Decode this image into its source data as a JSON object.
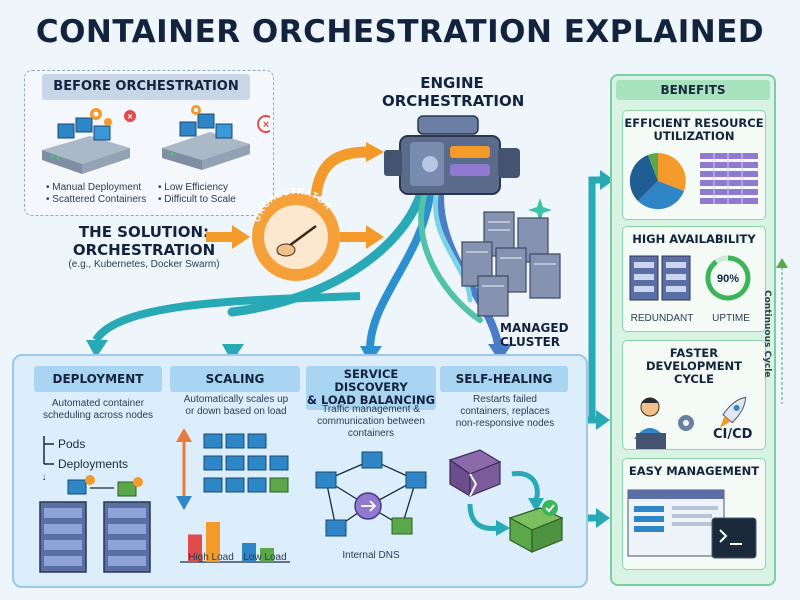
{
  "title": "CONTAINER ORCHESTRATION EXPLAINED",
  "before": {
    "heading": "BEFORE ORCHESTRATION",
    "bullets_left": [
      "• Manual Deployment",
      "• Scattered Containers"
    ],
    "bullets_right": [
      "• Low Efficiency",
      "• Difficult to Scale"
    ]
  },
  "solution": {
    "line1": "THE SOLUTION:",
    "line2": "ORCHESTRATION",
    "line3": "(e.g., Kubernetes, Docker Swarm)"
  },
  "orchestrator_label": "ORCHESTRATOR",
  "engine": {
    "line1": "ENGINE",
    "line2": "ORCHESTRATION"
  },
  "cluster": {
    "line1": "MANAGED",
    "line2": "CLUSTER"
  },
  "deployment": {
    "heading": "DEPLOYMENT",
    "desc": [
      "Automated container",
      "scheduling across nodes"
    ],
    "tree_item1": "Pods",
    "tree_item2": "Deployments"
  },
  "scaling": {
    "heading": "SCALING",
    "desc": [
      "Automatically scales up",
      "or down based on load"
    ],
    "bar_high_label": "High Load",
    "bar_low_label": "Low Load",
    "bars": [
      {
        "label": "High Load",
        "values": [
          0.55,
          0.8
        ]
      },
      {
        "label": "Low Load",
        "values": [
          0.38,
          0.28
        ]
      }
    ]
  },
  "service": {
    "heading_line1": "SERVICE DISCOVERY",
    "heading_line2": "& LOAD BALANCING",
    "desc": [
      "Traffic management &",
      "communication between",
      "containers"
    ],
    "dns_label": "Internal DNS"
  },
  "healing": {
    "heading": "SELF-HEALING",
    "desc": [
      "Restarts failed",
      "containers, replaces",
      "non-responsive nodes"
    ]
  },
  "benefits": {
    "heading": "BENEFITS",
    "card1": {
      "title": [
        "EFFICIENT RESOURCE",
        "UTILIZATION"
      ]
    },
    "card2": {
      "title": "HIGH AVAILABILITY",
      "left_label": "REDUNDANT",
      "right_label": "UPTIME",
      "gauge_value": "90%"
    },
    "card3": {
      "title": [
        "FASTER DEVELOPMENT",
        "CYCLE"
      ],
      "tag": "CI/CD"
    },
    "card4": {
      "title": "EASY MANAGEMENT"
    },
    "side_label": "Continuous Cycle"
  },
  "colors": {
    "container_blue": "#2f86c6",
    "container_green": "#5aa84a",
    "arrow_orange": "#f39a2a",
    "arrow_teal": "#27a9b6",
    "panel_blue": "#dceefb",
    "benefit_green": "#d8f3e3"
  }
}
